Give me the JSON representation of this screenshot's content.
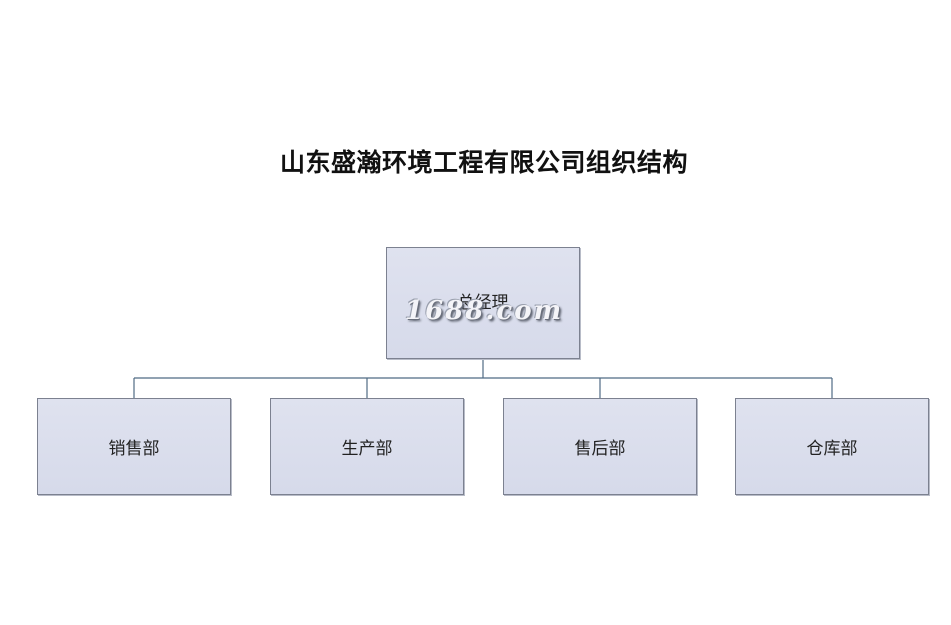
{
  "title": "山东盛瀚环境工程有限公司组织结构",
  "root": {
    "label": "总经理"
  },
  "departments": [
    {
      "label": "销售部"
    },
    {
      "label": "生产部"
    },
    {
      "label": "售后部"
    },
    {
      "label": "仓库部"
    }
  ],
  "watermark": "1688.com",
  "colors": {
    "box_fill": "#dadeed",
    "box_border": "#7c8190",
    "connector": "#4f6b84"
  }
}
